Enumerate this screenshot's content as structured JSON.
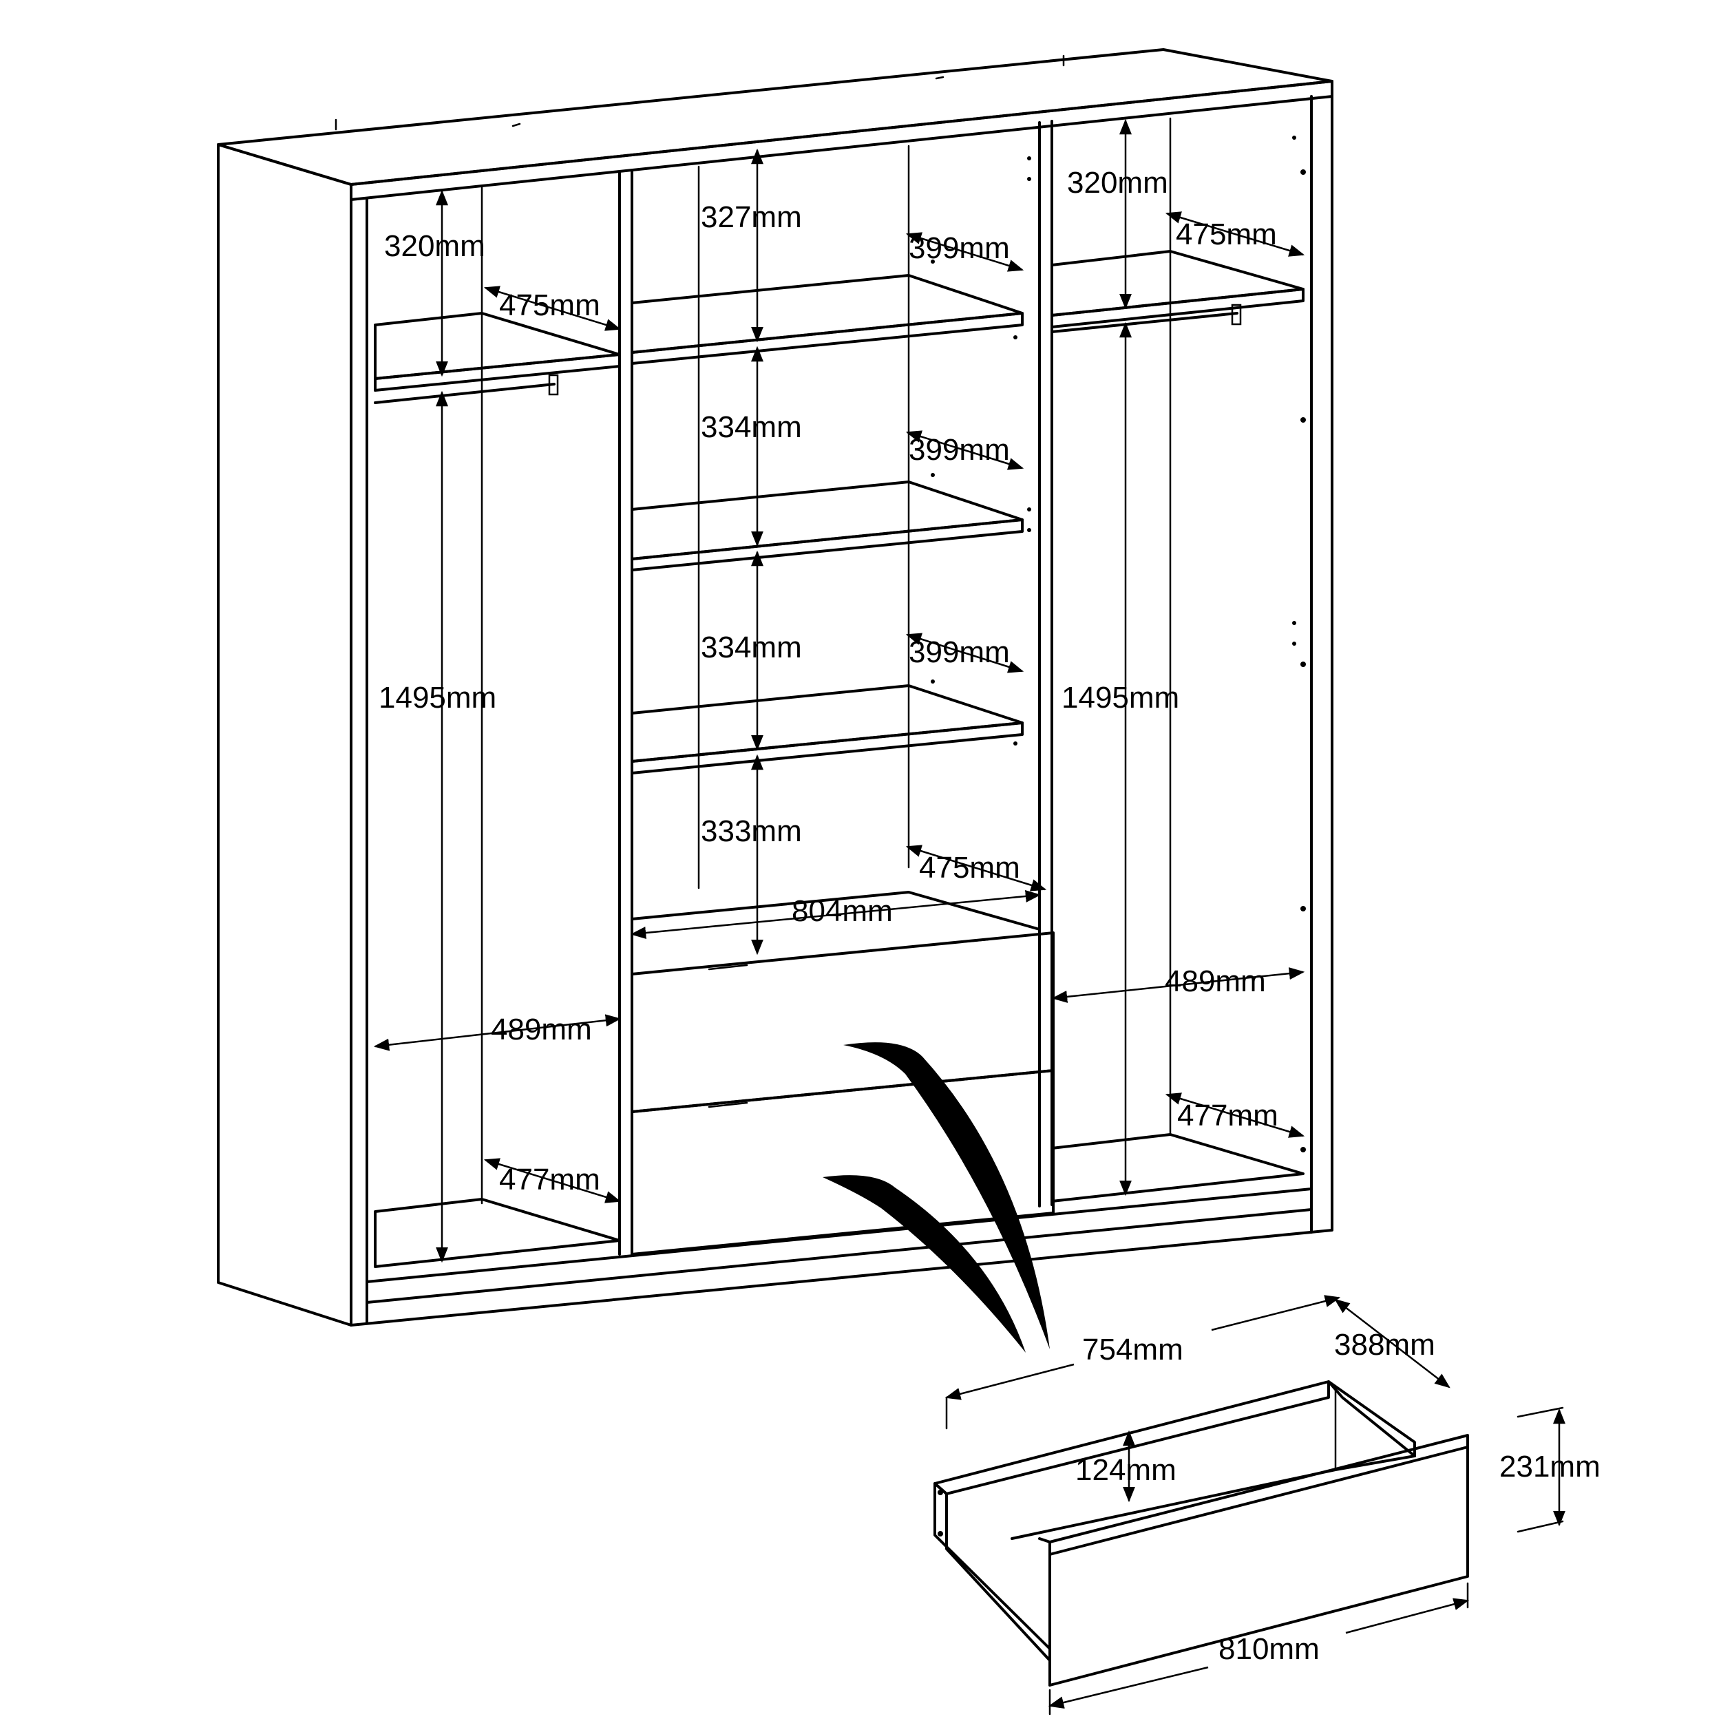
{
  "wardrobe": {
    "left": {
      "top_height": "320mm",
      "top_depth": "475mm",
      "hanging_height": "1495mm",
      "bottom_width": "489mm",
      "bottom_depth": "477mm"
    },
    "middle": {
      "shelf1_height": "327mm",
      "shelf1_depth": "399mm",
      "shelf2_height": "334mm",
      "shelf2_depth": "399mm",
      "shelf3_height": "334mm",
      "shelf3_depth": "399mm",
      "shelf4_height": "333mm",
      "shelf4_depth": "475mm",
      "inner_width": "804mm"
    },
    "right": {
      "top_height": "320mm",
      "top_depth": "475mm",
      "hanging_height": "1495mm",
      "bottom_width": "489mm",
      "bottom_depth": "477mm"
    }
  },
  "drawer": {
    "inner_width": "754mm",
    "depth": "388mm",
    "inner_height": "124mm",
    "front_height": "231mm",
    "front_width": "810mm"
  }
}
